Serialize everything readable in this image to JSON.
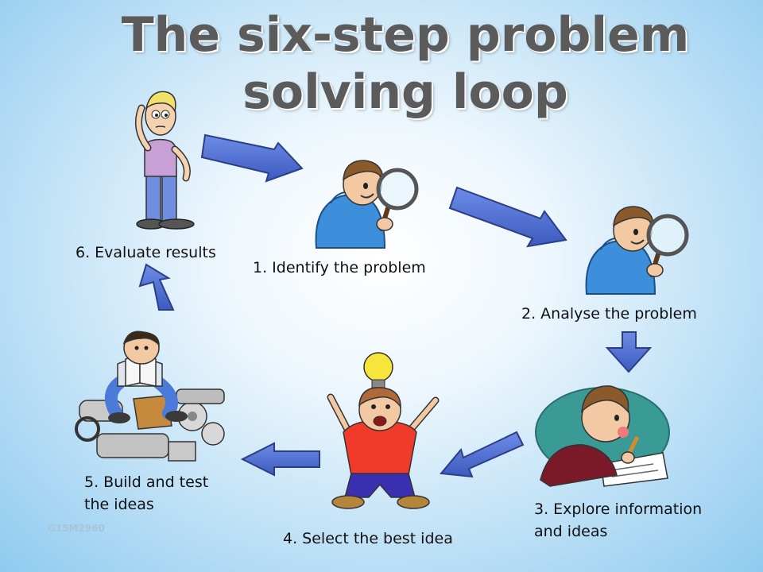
{
  "title": {
    "line1": "The six-step problem",
    "line2": "solving loop"
  },
  "steps": [
    {
      "label": "1. Identify the problem",
      "icon": "magnifier-boy-icon"
    },
    {
      "label": "2. Analyse the problem",
      "icon": "magnifier-boy-icon"
    },
    {
      "label": "3. Explore information",
      "label2": "and ideas",
      "icon": "writing-boy-icon"
    },
    {
      "label": "4. Select the best idea",
      "icon": "lightbulb-boy-icon"
    },
    {
      "label": "5. Build and test",
      "label2": "the ideas",
      "icon": "mechanic-boy-icon"
    },
    {
      "label": "6. Evaluate results",
      "icon": "thinking-person-icon"
    }
  ],
  "watermark": "G15M2960",
  "colors": {
    "arrow_fill": "#4f6fd0",
    "arrow_stroke": "#2c3f86",
    "title": "#5b5b5b",
    "hoodie": "#3d8fdc",
    "red_shirt": "#f03a2a"
  }
}
